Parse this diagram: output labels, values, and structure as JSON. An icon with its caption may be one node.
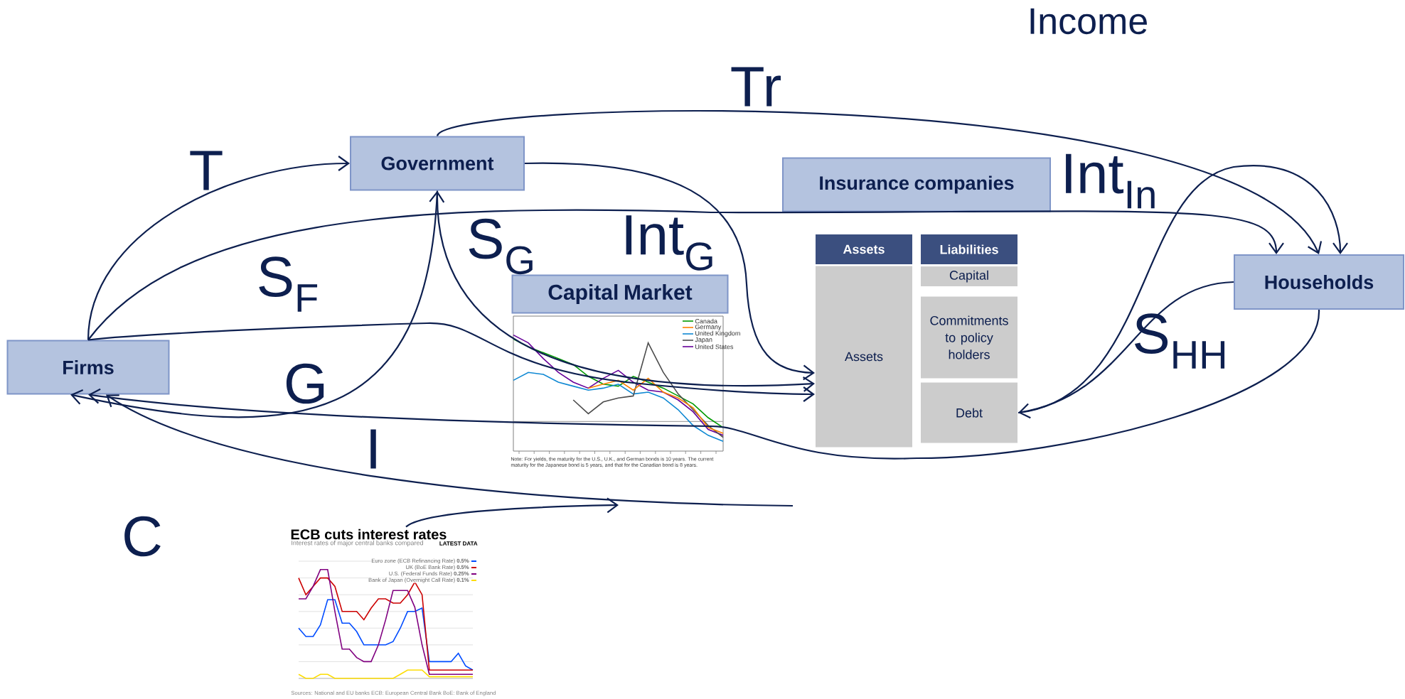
{
  "diagram": {
    "nodes": [
      {
        "text": [
          "Firms"
        ]
      },
      {
        "text": [
          "Government"
        ]
      },
      {
        "text": [
          "Insurance companies"
        ]
      },
      {
        "text": [
          "Households"
        ]
      },
      {
        "text": [
          "Capital Market"
        ]
      },
      {
        "text": [
          "ECB cuts interest rates",
          "Interest rates of major central banks compared",
          "LATEST DATA",
          "Euro zone (ECB Refinancing Rate) **0.5%**",
          "UK (BoE Bank Rate) **0.5%**",
          "U.S. (Federal Funds Rate) **0.25%**",
          "Bank of Japan (Overnight Call Rate) **0.1%**",
          "Sources: National and EU banks   ECB: European Central Bank   BoE: Bank of England"
        ]
      },
      {
        "text": [
          "Assets"
        ]
      },
      {
        "text": [
          "Liabilities"
        ]
      },
      {
        "text": [
          "Assets"
        ]
      },
      {
        "text": [
          "Capital"
        ]
      },
      {
        "text": [
          "Commitments to policy holders"
        ]
      },
      {
        "text": [
          "Debt"
        ]
      }
    ],
    "edges": [
      {
        "from": 0,
        "to": 1,
        "arrow": "to"
      },
      {
        "from": 0,
        "to": 3,
        "arrow": "to"
      },
      {
        "from": 0,
        "to": 8,
        "arrow": "to"
      },
      {
        "from": 1,
        "to": 8,
        "arrow": "to"
      },
      {
        "from": 1,
        "to": 8,
        "arrow": "to"
      },
      {
        "from": 1,
        "to": 0,
        "arrow": "both"
      },
      {
        "from": 1,
        "to": 3,
        "arrow": "to"
      },
      {
        "from": 3,
        "to": 11,
        "arrow": "to"
      },
      {
        "from": 11,
        "to": 3,
        "arrow": "to"
      },
      {
        "from": 3,
        "to": 0,
        "arrow": "to"
      },
      {
        "from": null,
        "to": 0,
        "arrow": "to"
      },
      {
        "from": 5,
        "to": null,
        "arrow": "to"
      }
    ],
    "labels": [
      "Income",
      "Tr",
      "T",
      "Int$_{G}$",
      "S$_{G}$",
      "S$_{F}$",
      "G",
      "I",
      "C",
      "Int$_{In}$",
      "S$_{HH}$",
      "Canada",
      "Germany",
      "United Kingdom",
      "Japan",
      "United States",
      "Note: For yields, the maturity for the U.S., U.K., and German bonds is 10 years. The current maturity for the Japanese bond is 5 years, and that for the Canadian bond is 8 years."
    ]
  }
}
